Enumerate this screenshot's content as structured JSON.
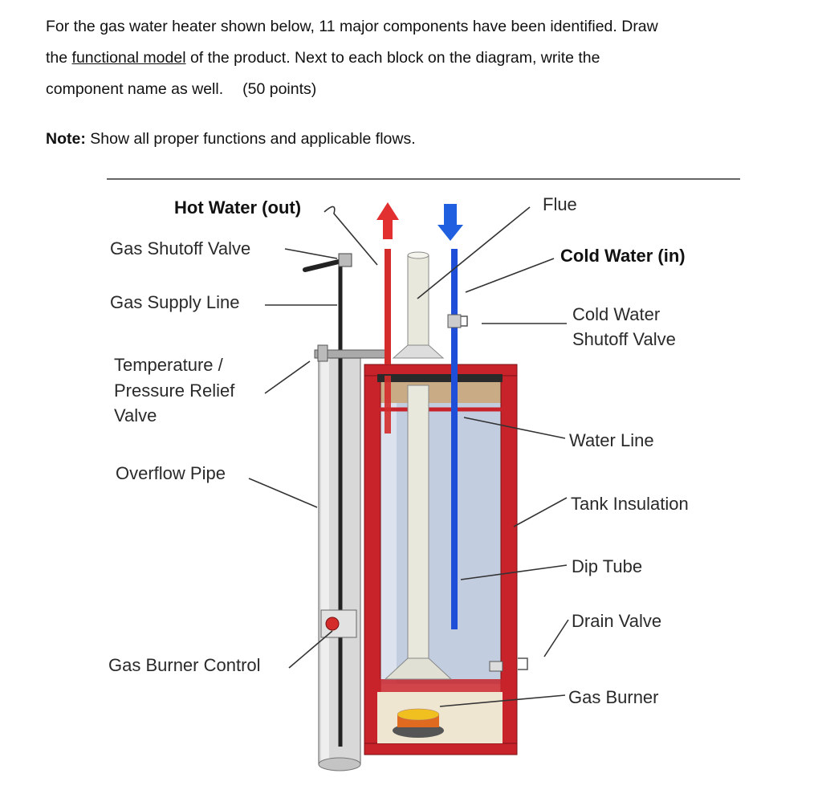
{
  "question": {
    "line1": "For the gas water heater shown below, 11 major components have been identified. Draw",
    "line2_pre": "the ",
    "line2_underlined": "functional model",
    "line2_post": " of the product. Next to each block on the diagram, write the",
    "line3": "component name as well.",
    "points": "(50 points)"
  },
  "note": {
    "label": "Note:",
    "text": " Show all proper functions and applicable flows."
  },
  "diagram": {
    "labels": {
      "hot_water_out": "Hot Water (out)",
      "flue": "Flue",
      "gas_shutoff_valve": "Gas Shutoff Valve",
      "cold_water_in": "Cold Water (in)",
      "gas_supply_line": "Gas Supply Line",
      "cold_water_shutoff_valve_1": "Cold Water",
      "cold_water_shutoff_valve_2": "Shutoff Valve",
      "tp_relief_1": "Temperature /",
      "tp_relief_2": "Pressure Relief",
      "tp_relief_3": "Valve",
      "water_line": "Water Line",
      "overflow_pipe": "Overflow Pipe",
      "tank_insulation": "Tank Insulation",
      "dip_tube": "Dip Tube",
      "drain_valve": "Drain Valve",
      "gas_burner_control": "Gas Burner Control",
      "gas_burner": "Gas Burner"
    },
    "colors": {
      "hot_pipe": "#d42b2b",
      "cold_pipe": "#1f4fd8",
      "tank_frame": "#c8232a",
      "tank_water": "#c3cde0",
      "insulation": "#c9ab85",
      "flue": "#e8e8dc"
    }
  }
}
